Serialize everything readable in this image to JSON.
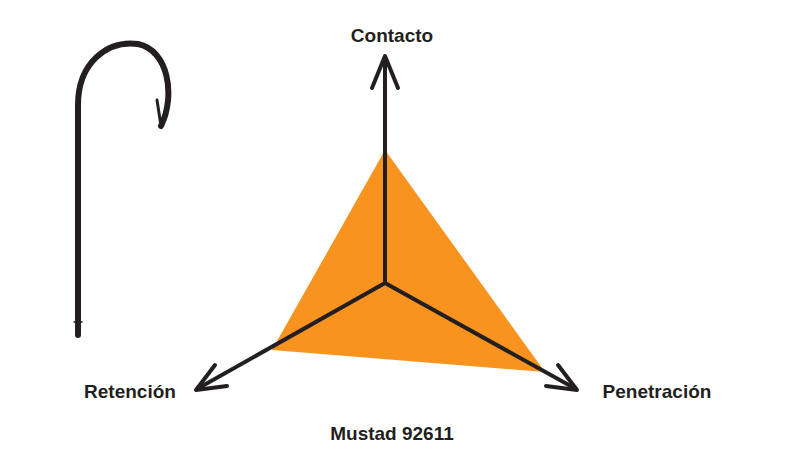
{
  "diagram": {
    "caption": "Mustad 92611",
    "labels": [
      "Contacto",
      "Retención",
      "Penetración"
    ]
  }
}
